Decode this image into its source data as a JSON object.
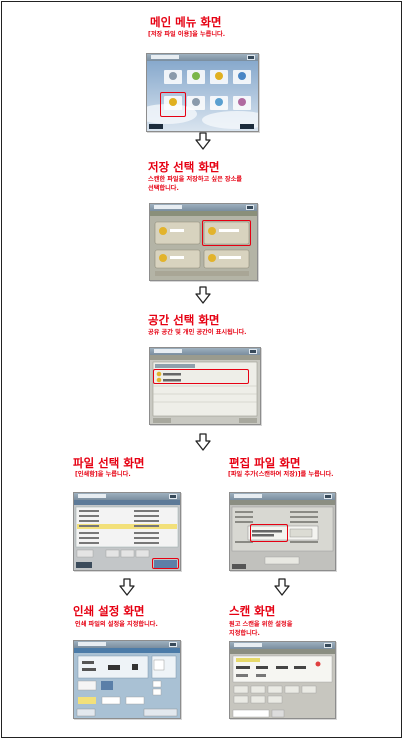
{
  "steps": {
    "main_menu": {
      "title": "메인 메뉴 화면",
      "desc": [
        "[저장 파일 이용]을 누릅니다."
      ]
    },
    "storage_select": {
      "title": "저장 선택 화면",
      "desc": [
        "스캔한 파일을 저장하고 싶은 장소를",
        "선택합니다."
      ]
    },
    "space_select": {
      "title": "공간 선택 화면",
      "desc": [
        "공유 공간 및 개인 공간이 표시됩니다."
      ]
    },
    "file_select": {
      "title": "파일 선택 화면",
      "desc": [
        "[인쇄함]을 누릅니다."
      ]
    },
    "edit_file": {
      "title": "편집 파일 화면",
      "desc": [
        "[파일 추가(스캔하여 저장)]를 누릅니다."
      ]
    },
    "print_settings": {
      "title": "인쇄 설정 화면",
      "desc": [
        "인쇄 파일의 설정을 지정합니다."
      ]
    },
    "scan": {
      "title": "스캔 화면",
      "desc": [
        "원고 스캔을 위한 설정을",
        "지정합니다."
      ]
    }
  },
  "colors": {
    "accent": "#e60012",
    "arrow": "#222222",
    "screen_gray": "#b9b9b9",
    "screen_bar": "#7a8e9f"
  },
  "icons": {
    "arrow": "down-arrow-icon"
  }
}
